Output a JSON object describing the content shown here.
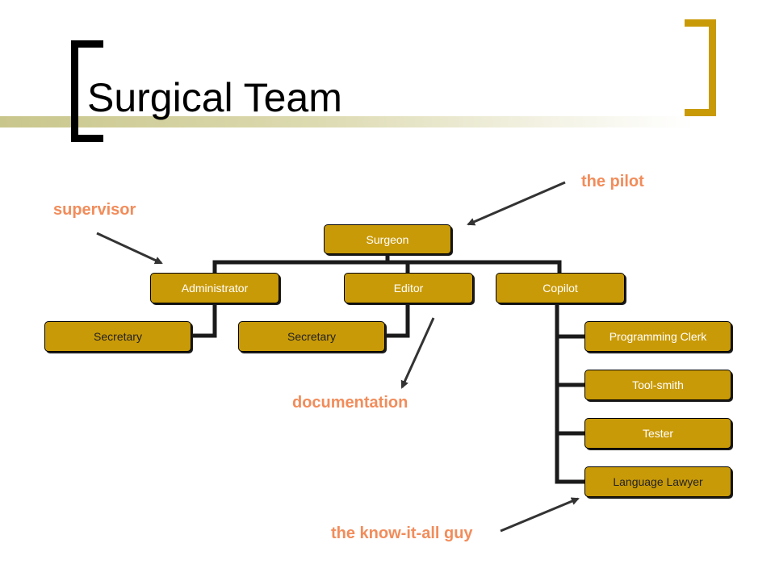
{
  "slide": {
    "title": "Surgical Team"
  },
  "org_chart": {
    "root": "Surgeon",
    "level1": [
      "Administrator",
      "Editor",
      "Copilot"
    ],
    "administrator_child": "Secretary",
    "editor_child": "Secretary",
    "copilot_children": [
      "Programming Clerk",
      "Tool-smith",
      "Tester",
      "Language Lawyer"
    ]
  },
  "annotations": {
    "pilot": "the pilot",
    "supervisor": "supervisor",
    "documentation": "documentation",
    "know_it_all": "the know-it-all guy"
  },
  "colors": {
    "node_fill": "#c99a07",
    "annotation_text": "#f28c5a",
    "accent_bracket": "#c99a07"
  }
}
